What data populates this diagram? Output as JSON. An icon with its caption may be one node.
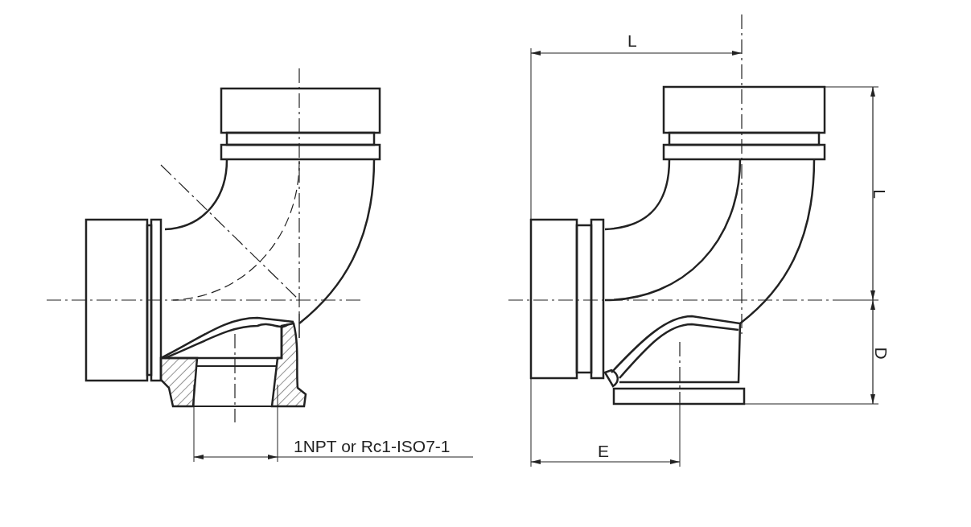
{
  "diagram": {
    "labels": [
      "L",
      "L",
      "D",
      "1NPT or Rc1-ISO7-1",
      "E"
    ]
  }
}
